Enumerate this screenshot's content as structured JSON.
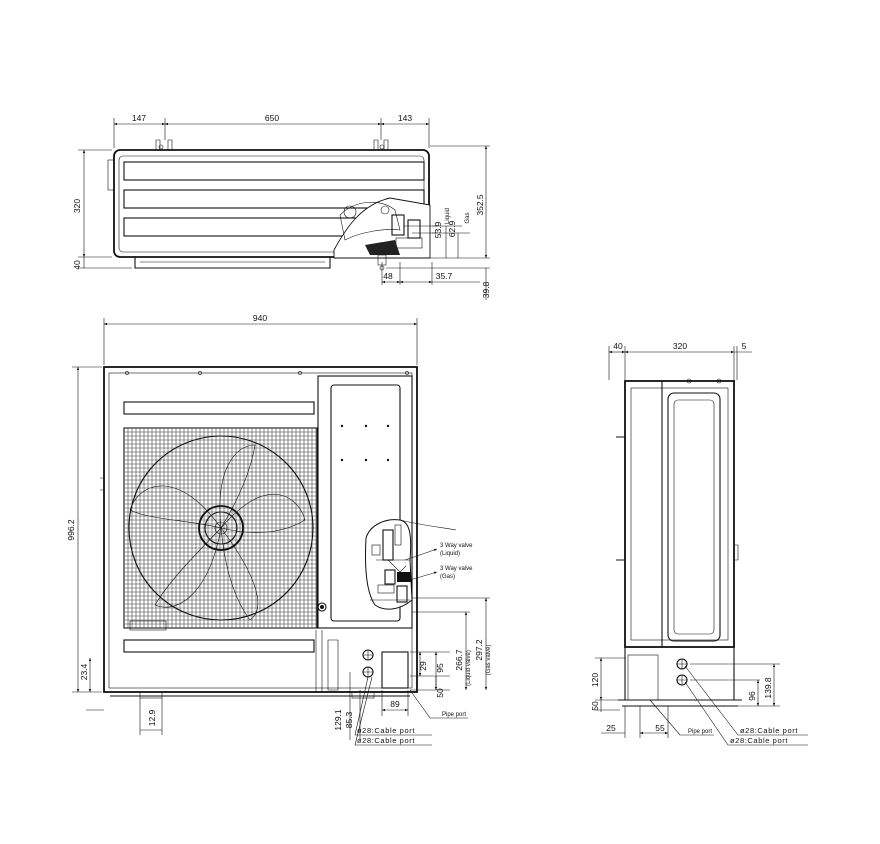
{
  "top_view": {
    "dims": {
      "d147": "147",
      "d650": "650",
      "d143": "143",
      "d320": "320",
      "d40": "40",
      "d352_5": "352.5",
      "d53_9": "53.9",
      "d62_9": "62.9",
      "d48": "48",
      "d35_7": "35.7",
      "d39_8": "39.8"
    },
    "labels": {
      "liquid": "Liquid",
      "gas": "Gas"
    }
  },
  "front_view": {
    "dims": {
      "d940": "940",
      "d996_2": "996.2",
      "d23_4": "23.4",
      "d12_9": "12.9",
      "d129_1": "129.1",
      "d85_3": "85.3",
      "d89": "89",
      "d29": "29",
      "d95": "95",
      "d50": "50",
      "d266_7": "266.7",
      "d297_2": "297.2"
    },
    "labels": {
      "liquid_valve_1": "3 Way valve",
      "liquid_valve_2": "(Liquid)",
      "gas_valve_1": "3 Way valve",
      "gas_valve_2": "(Gas)",
      "liquid_valve_side": "(Liquid valve)",
      "gas_valve_side": "(Gas valve)",
      "pipe_port": "Pipe port",
      "cable_port_1": "ø28:Cable port",
      "cable_port_2": "ø28:Cable port"
    }
  },
  "side_view": {
    "dims": {
      "d40": "40",
      "d320": "320",
      "d5": "5",
      "d120": "120",
      "d50": "50",
      "d25": "25",
      "d55": "55",
      "d96": "96",
      "d139_8": "139.8"
    },
    "labels": {
      "pipe_port": "Pipe port",
      "cable_port_1": "ø28:Cable port",
      "cable_port_2": "ø28:Cable port"
    }
  }
}
